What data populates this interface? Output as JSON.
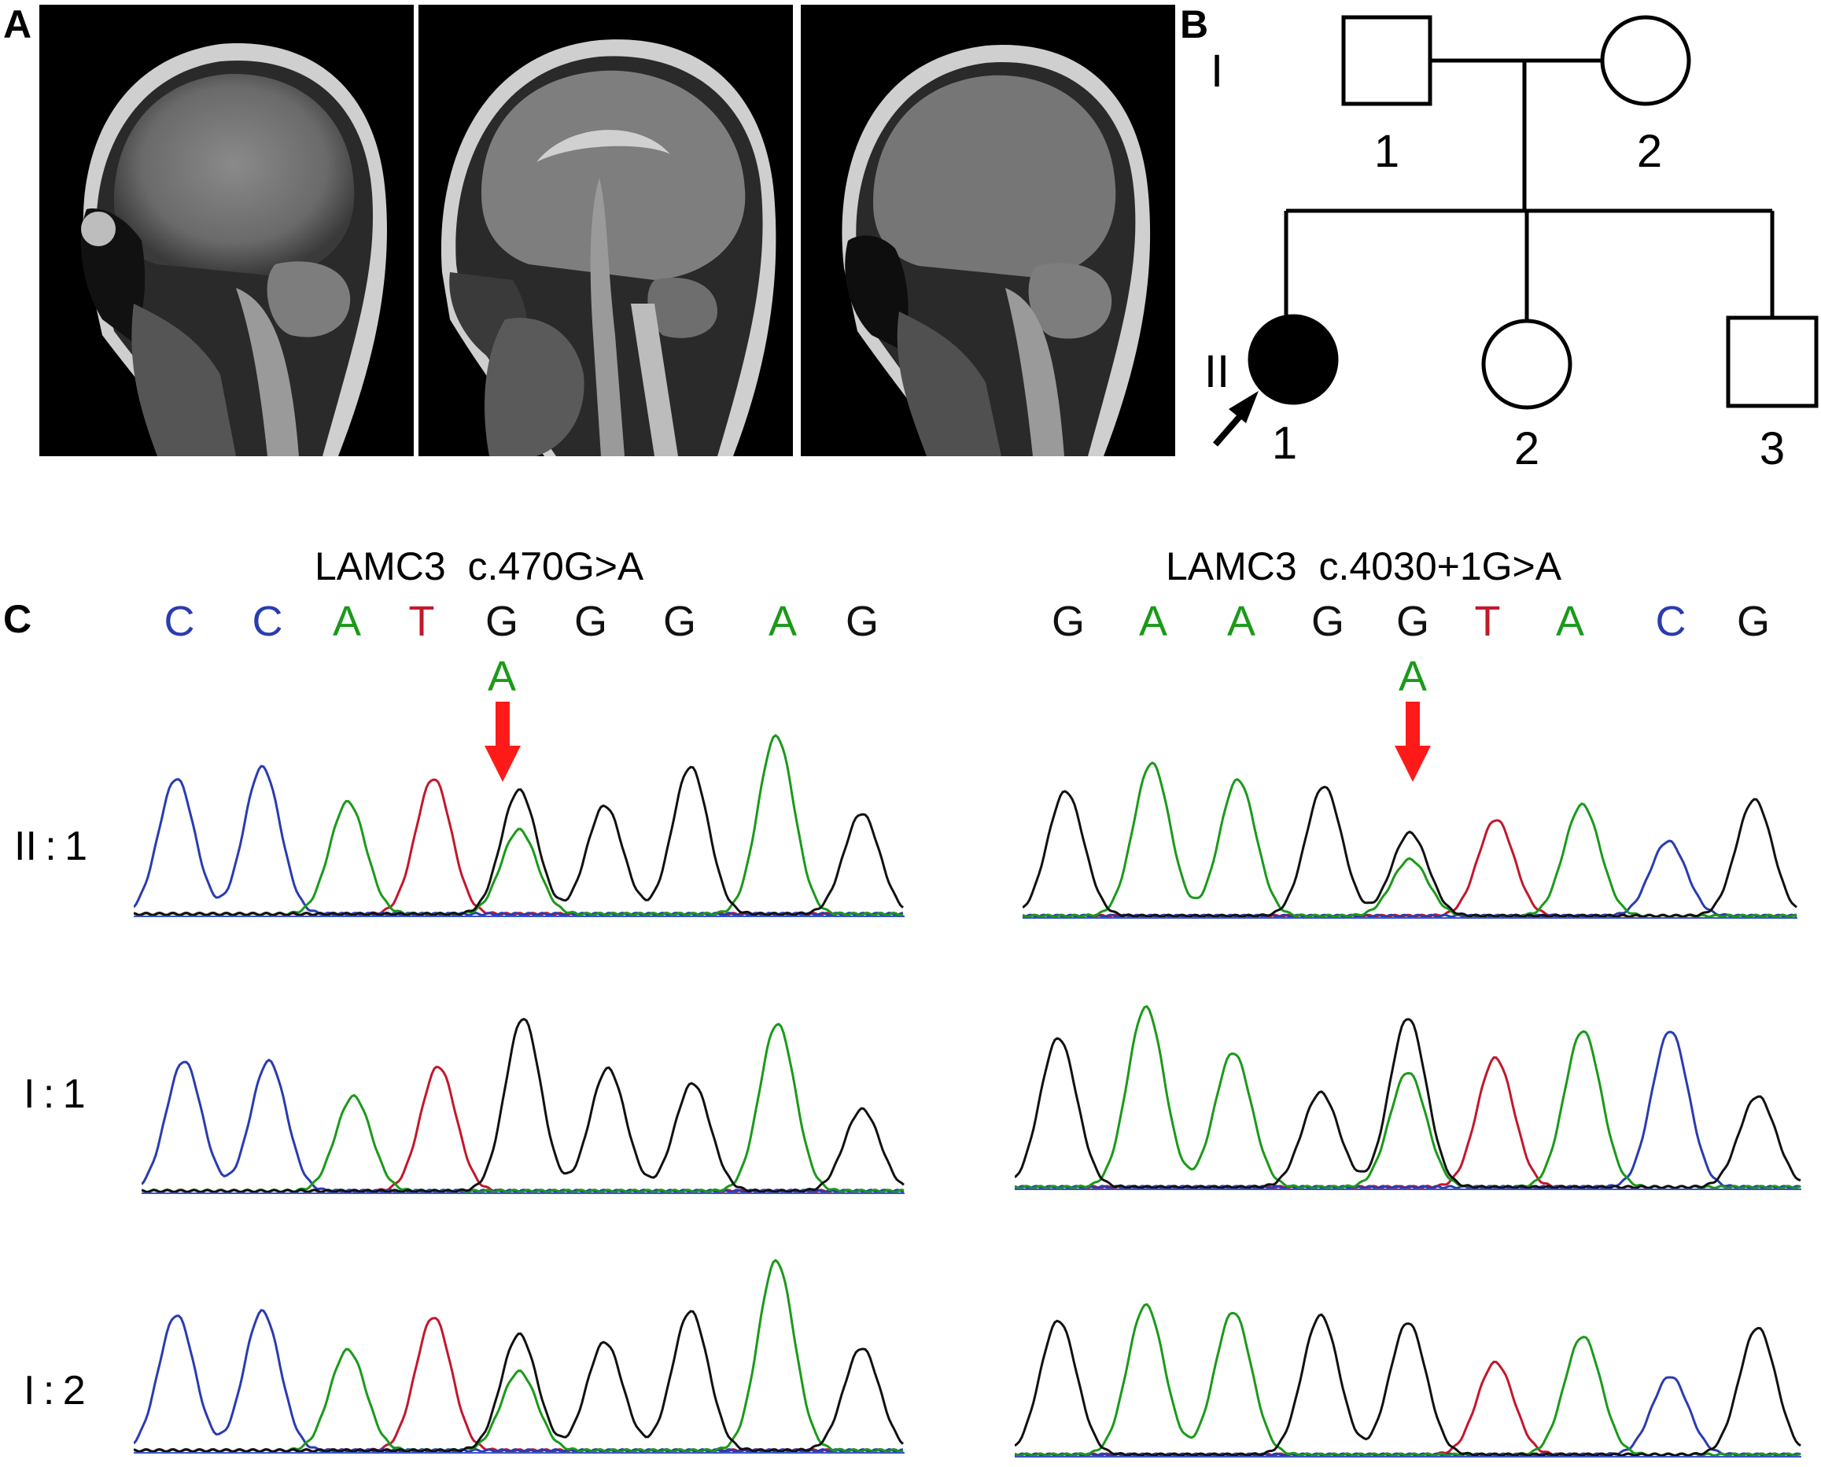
{
  "panels": {
    "a": "A",
    "b": "B",
    "c": "C"
  },
  "pedigree": {
    "generations": [
      "I",
      "II"
    ],
    "gen1": [
      {
        "label": "1",
        "sex": "male",
        "affected": false
      },
      {
        "label": "2",
        "sex": "female",
        "affected": false
      }
    ],
    "gen2": [
      {
        "label": "1",
        "sex": "female",
        "affected": true,
        "proband": true
      },
      {
        "label": "2",
        "sex": "female",
        "affected": false
      },
      {
        "label": "3",
        "sex": "male",
        "affected": false
      }
    ]
  },
  "colors": {
    "A": "#1a9a1a",
    "C": "#2a3cb0",
    "G": "#111111",
    "T": "#c2182b",
    "arrow": "#ff1a1a"
  },
  "sequencing": [
    {
      "title": "LAMC3  c.470G>A",
      "bases": [
        "C",
        "C",
        "A",
        "T",
        "G",
        "G",
        "G",
        "A",
        "G"
      ],
      "mutation_index": 4,
      "alt_base": "A",
      "rows": [
        {
          "label": "II : 1",
          "heterozygous": true
        },
        {
          "label": "I : 1",
          "heterozygous": false
        },
        {
          "label": "I : 2",
          "heterozygous": true
        }
      ]
    },
    {
      "title": "LAMC3  c.4030+1G>A",
      "bases": [
        "G",
        "A",
        "A",
        "G",
        "G",
        "T",
        "A",
        "C",
        "G"
      ],
      "mutation_index": 4,
      "alt_base": "A",
      "rows": [
        {
          "label": "",
          "heterozygous": true
        },
        {
          "label": "",
          "heterozygous": true
        },
        {
          "label": "",
          "heterozygous": false
        }
      ]
    }
  ]
}
